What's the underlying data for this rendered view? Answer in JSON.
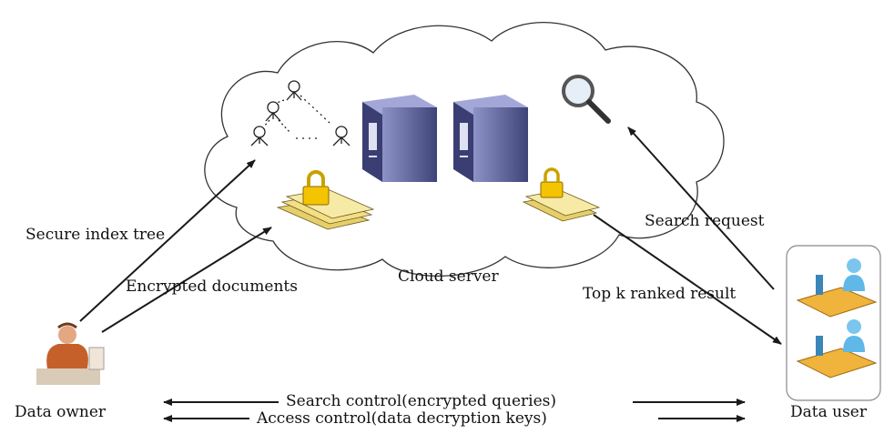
{
  "diagram": {
    "cloud_label": "Cloud server",
    "secure_index_label": "Secure index tree",
    "encrypted_docs_label": "Encrypted documents",
    "search_request_label": "Search request",
    "top_k_label": "Top k ranked result",
    "data_owner_label": "Data owner",
    "data_user_label": "Data user",
    "search_control_label": "Search control(encrypted queries)",
    "access_control_label": "Access control(data decryption keys)"
  },
  "colors": {
    "line": "#1a1a1a",
    "server": "#5a5f95",
    "server_dark": "#2f335e",
    "document": "#f2df86",
    "lock": "#f5c400",
    "desk": "#f0b33c",
    "person_shirt": "#5fb8e8"
  }
}
